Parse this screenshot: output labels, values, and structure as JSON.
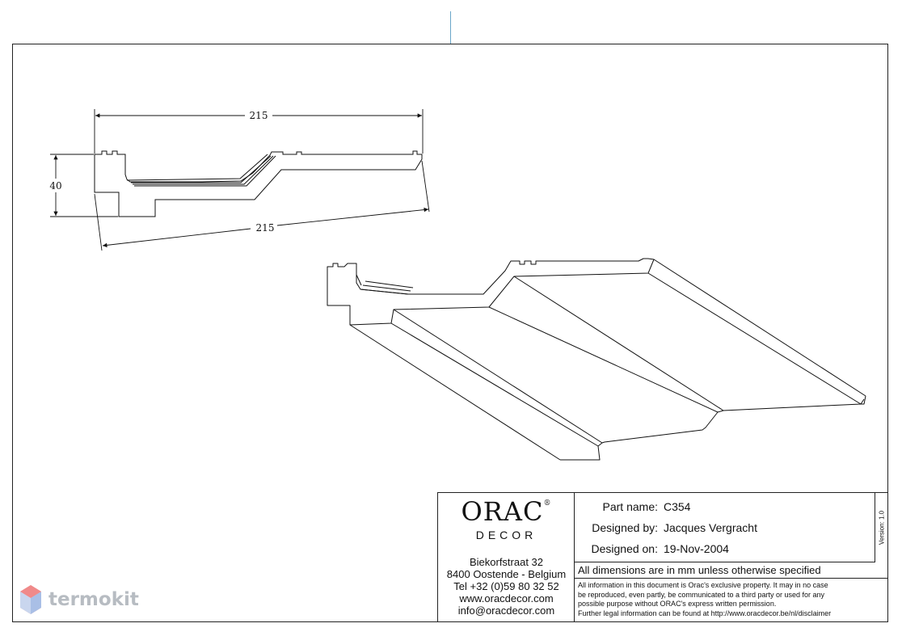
{
  "drawing": {
    "dim_width_top": "215",
    "dim_height": "40",
    "dim_width_bottom": "215"
  },
  "title_block": {
    "logo": {
      "name": "ORAC",
      "sub": "DECOR",
      "mark": "®"
    },
    "address": {
      "street": "Biekorfstraat 32",
      "city": "8400 Oostende - Belgium",
      "tel": "Tel  +32 (0)59 80 32 52",
      "web": "www.oracdecor.com",
      "email": "info@oracdecor.com"
    },
    "part_name_label": "Part name:",
    "part_name": "C354",
    "designed_by_label": "Designed by:",
    "designed_by": "Jacques Vergracht",
    "designed_on_label": "Designed on:",
    "designed_on": "19-Nov-2004",
    "version": "Version: 1.0",
    "dimensions_note": "All dimensions are in mm unless otherwise specified",
    "legal": {
      "line1": "All information in this document is Orac's exclusive property.  It may in no case",
      "line2": "be reproduced, even partly, be communicated to a third party or used for any",
      "line3": "possible purpose without ORAC's express written permission.",
      "line4": "Further legal information can be found at http://www.oracdecor.be/nl/disclaimer"
    }
  },
  "watermark": {
    "text": "termokit",
    "icon": "hexagon-logo-icon",
    "color": "#b7bcc2"
  },
  "colors": {
    "line": "#111111",
    "accent_tick": "#6aa6c9"
  }
}
